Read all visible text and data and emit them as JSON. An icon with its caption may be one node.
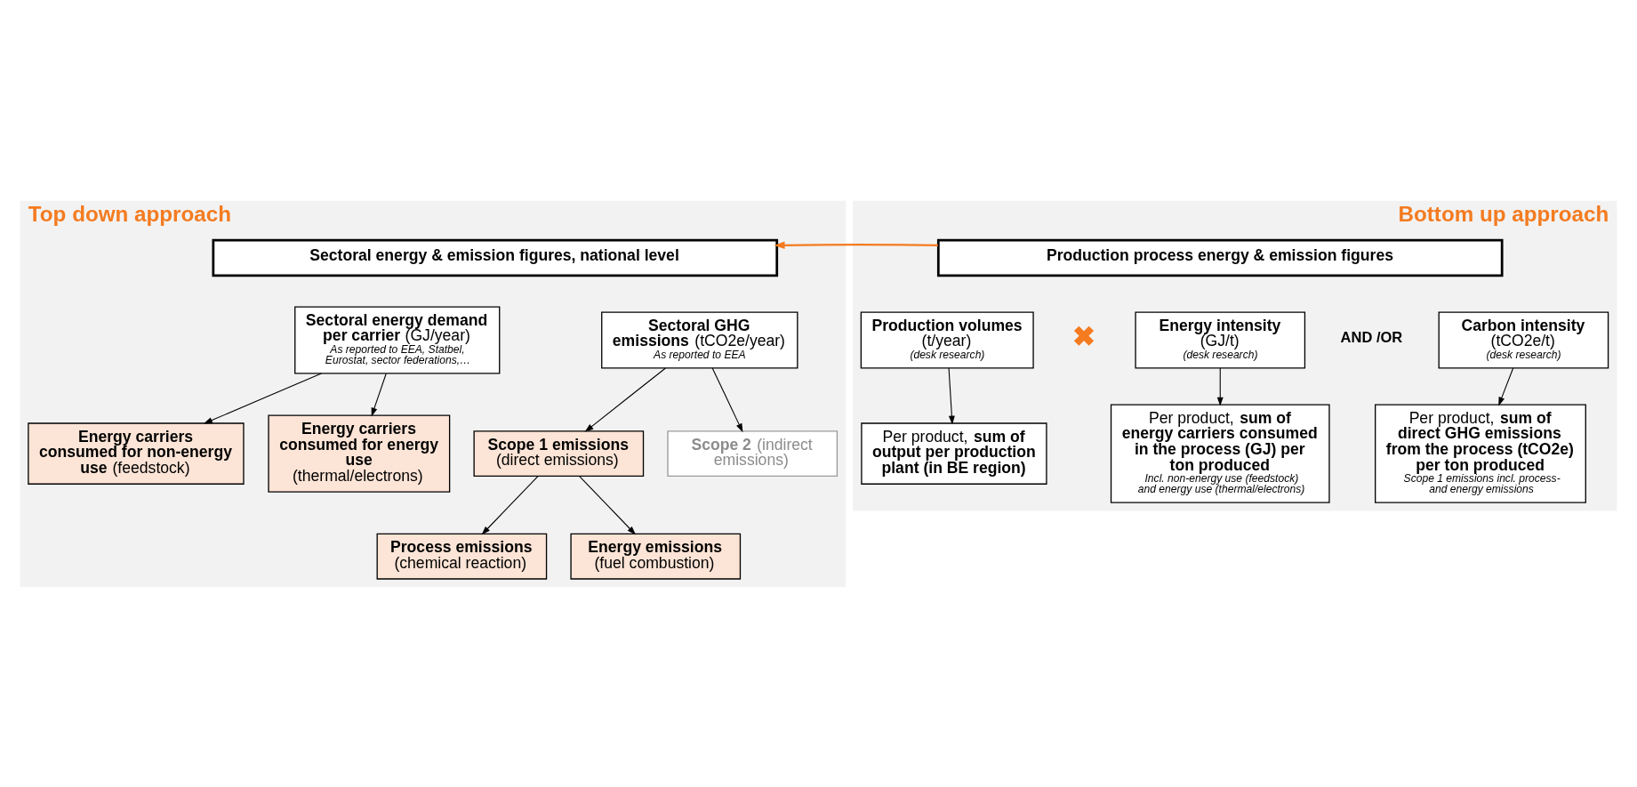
{
  "diagram": {
    "nodes": [
      {
        "text": [
          "Top down approach"
        ]
      },
      {
        "text": [
          "**Sectoral energy & emission figures, national level**"
        ],
        "in": 0
      },
      {
        "text": [
          "**Sectoral energy demand per carrier** (GJ/year)",
          "*As reported to EEA, Statbel, Eurostat, sector federations,…*"
        ],
        "in": 0
      },
      {
        "text": [
          "**Sectoral GHG emissions** (tCO2e/year)",
          "*As reported to EEA*"
        ],
        "in": 0
      },
      {
        "text": [
          "**Energy carriers consumed for non-energy use** (feedstock)"
        ],
        "in": 0
      },
      {
        "text": [
          "**Energy carriers consumed for energy use** (thermal/electrons)"
        ],
        "in": 0
      },
      {
        "text": [
          "**Scope 1 emissions** (direct emissions)"
        ],
        "in": 0
      },
      {
        "text": [
          "**Scope 2** (indirect emissions)"
        ],
        "in": 0
      },
      {
        "text": [
          "**Process emissions** (chemical reaction)"
        ],
        "in": 0
      },
      {
        "text": [
          "**Energy emissions** (fuel combustion)"
        ],
        "in": 0
      },
      {
        "text": [
          "Bottom up approach"
        ]
      },
      {
        "text": [
          "**Production process energy & emission figures**"
        ],
        "in": 10
      },
      {
        "text": [
          "**Production volumes** (t/year)",
          "*(desk research)*"
        ],
        "in": 10
      },
      {
        "text": [
          "**Energy intensity** (GJ/t)",
          "*(desk research)*"
        ],
        "in": 10
      },
      {
        "text": [
          "**Carbon intensity** (tCO2e/t)",
          "*(desk research)*"
        ],
        "in": 10
      },
      {
        "text": [
          "Per product, **sum of output per production plant (in BE region)**"
        ],
        "in": 10
      },
      {
        "text": [
          "Per product, **sum of energy carriers consumed in the process (GJ) per ton produced**",
          "*Incl. non-energy use (feedstock) and energy use (thermal/electrons)*"
        ],
        "in": 10
      },
      {
        "text": [
          "Per product, **sum of direct GHG emissions from the process (tCO2e) per ton produced**",
          "*Scope 1 emissions incl. process- and energy emissions*"
        ],
        "in": 10
      }
    ],
    "edges": [
      {
        "from": 2,
        "to": 4,
        "arrow": "to"
      },
      {
        "from": 2,
        "to": 5,
        "arrow": "to"
      },
      {
        "from": 3,
        "to": 6,
        "arrow": "to"
      },
      {
        "from": 3,
        "to": 7,
        "arrow": "to"
      },
      {
        "from": 6,
        "to": 8,
        "arrow": "to"
      },
      {
        "from": 6,
        "to": 9,
        "arrow": "to"
      },
      {
        "from": 12,
        "to": 15,
        "arrow": "to"
      },
      {
        "from": 13,
        "to": 16,
        "arrow": "to"
      },
      {
        "from": 14,
        "to": 17,
        "arrow": "to"
      },
      {
        "from": 11,
        "to": 1,
        "arrow": "to",
        "color": "#f47b20"
      }
    ],
    "labels": [
      "✖",
      "AND /OR"
    ]
  }
}
